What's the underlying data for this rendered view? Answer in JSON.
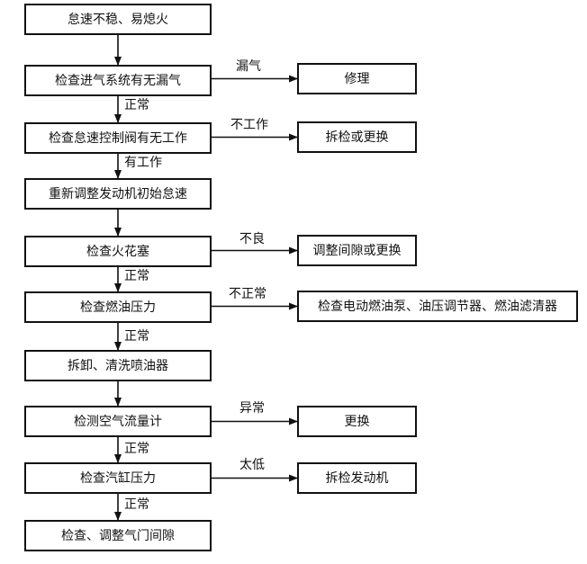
{
  "diagram": {
    "steps": [
      "怠速不稳、易熄火",
      "检查进气系统有无漏气",
      "检查怠速控制阀有无工作",
      "重新调整发动机初始怠速",
      "检查火花塞",
      "检查燃油压力",
      "拆卸、清洗喷油器",
      "检测空气流量计",
      "检查汽缸压力",
      "检查、调整气门间隙"
    ],
    "down_labels": {
      "1": "正常",
      "2": "有工作",
      "4": "正常",
      "5": "正常",
      "7": "正常",
      "8": "正常"
    },
    "branches": [
      {
        "from": 1,
        "condition": "漏气",
        "action": "修理"
      },
      {
        "from": 2,
        "condition": "不工作",
        "action": "拆检或更换"
      },
      {
        "from": 4,
        "condition": "不良",
        "action": "调整间隙或更换"
      },
      {
        "from": 5,
        "condition": "不正常",
        "action": "检查电动燃油泵、油压调节器、燃油滤清器"
      },
      {
        "from": 7,
        "condition": "异常",
        "action": "更换"
      },
      {
        "from": 8,
        "condition": "太低",
        "action": "拆检发动机"
      }
    ]
  }
}
